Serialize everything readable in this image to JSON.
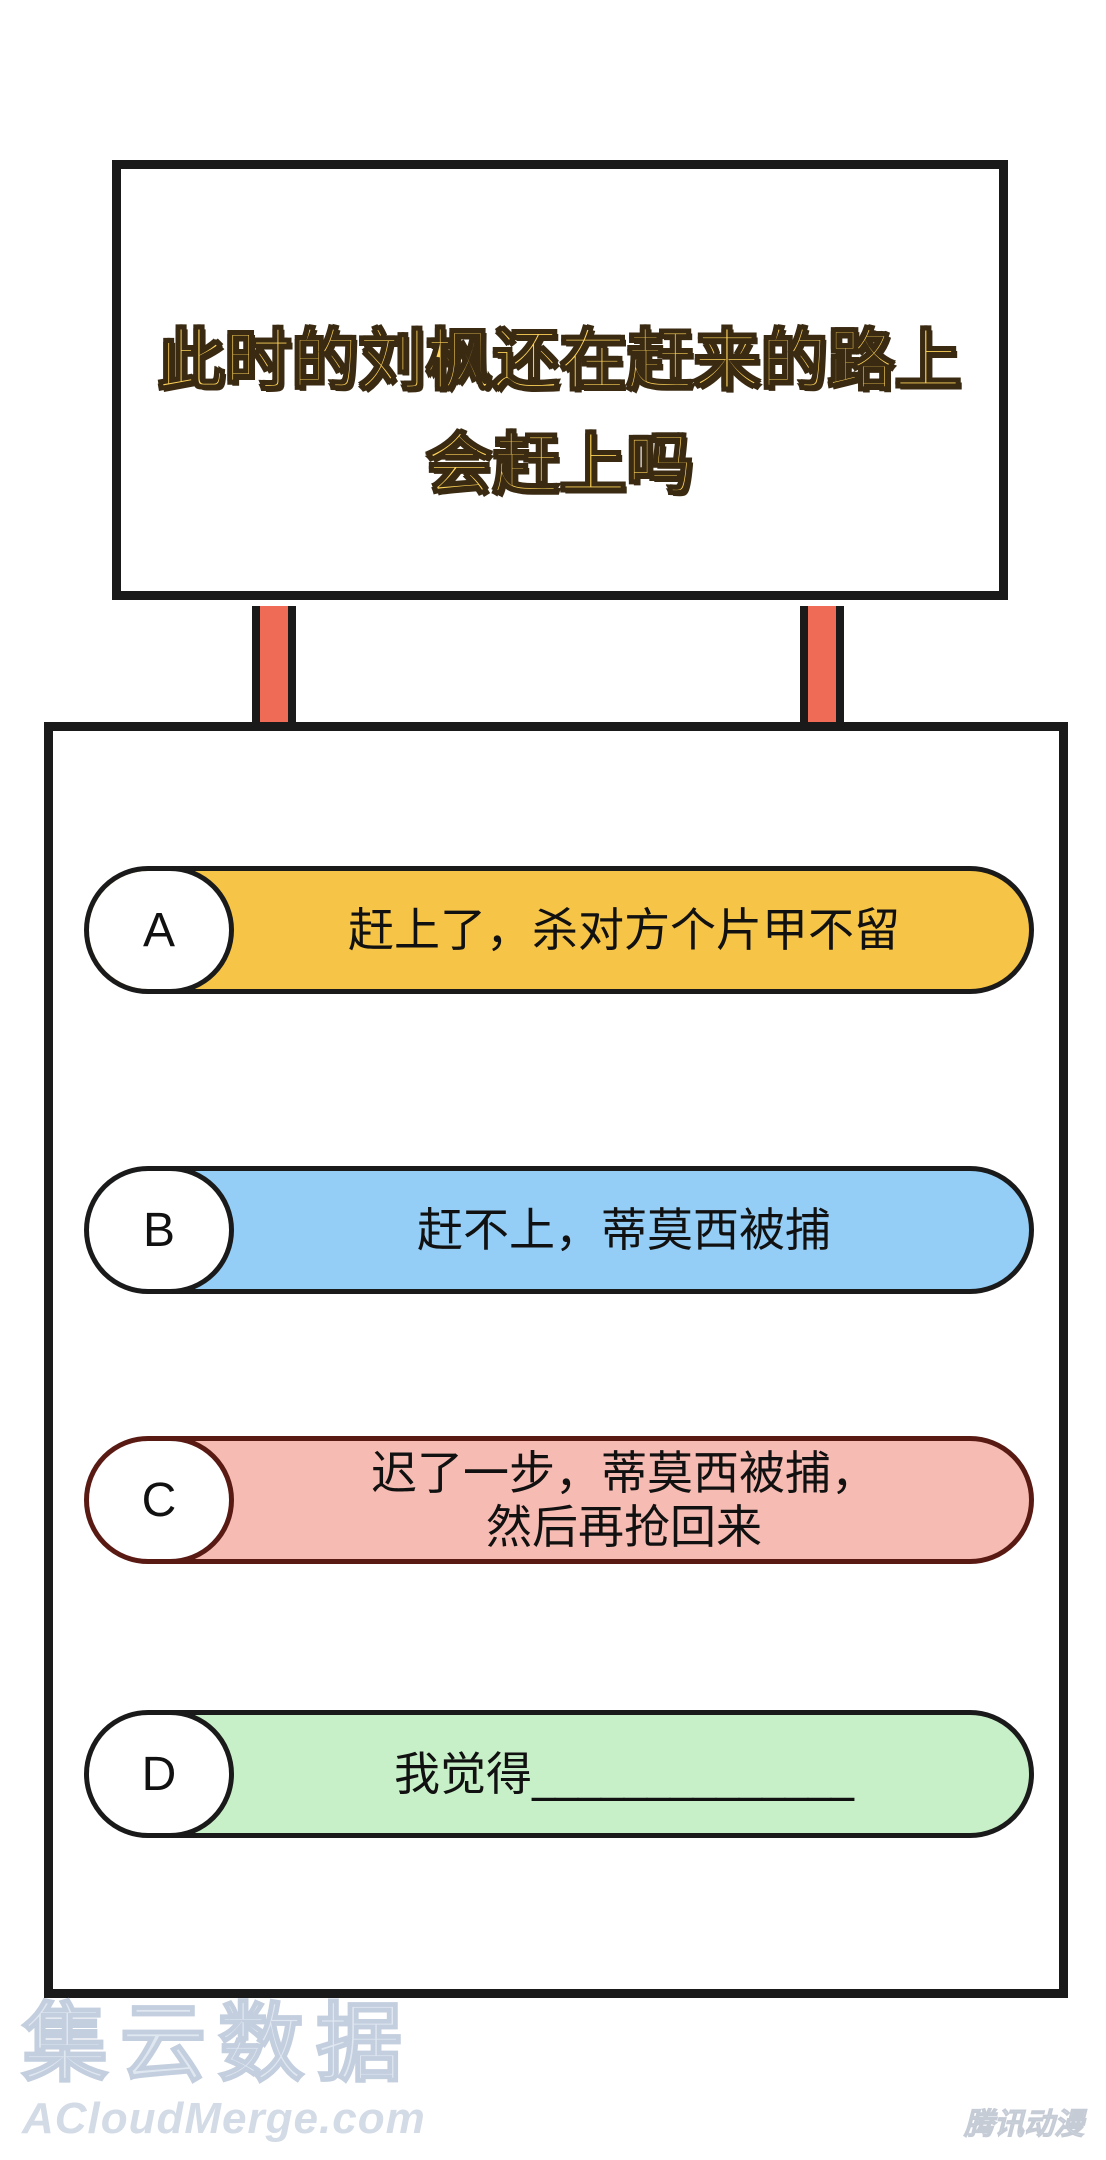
{
  "sign": {
    "title_line1": "此时的刘枫还在赶来的路上",
    "title_line2": "会赶上吗"
  },
  "options": [
    {
      "letter": "A",
      "line1": "赶上了，杀对方个片甲不留",
      "line2": ""
    },
    {
      "letter": "B",
      "line1": "赶不上，蒂莫西被捕",
      "line2": ""
    },
    {
      "letter": "C",
      "line1": "迟了一步，蒂莫西被捕，",
      "line2": "然后再抢回来"
    },
    {
      "letter": "D",
      "line1": "我觉得______________",
      "line2": ""
    }
  ],
  "watermark": {
    "cn": "集云数据",
    "en": "ACloudMerge.com",
    "logo": "腾讯动漫"
  },
  "colors": {
    "option_a": "#f6c547",
    "option_b": "#94cdf5",
    "option_c": "#f6bbb2",
    "option_d": "#c8f0c8",
    "pole": "#f06b55",
    "title_fill": "#ffd45a"
  }
}
